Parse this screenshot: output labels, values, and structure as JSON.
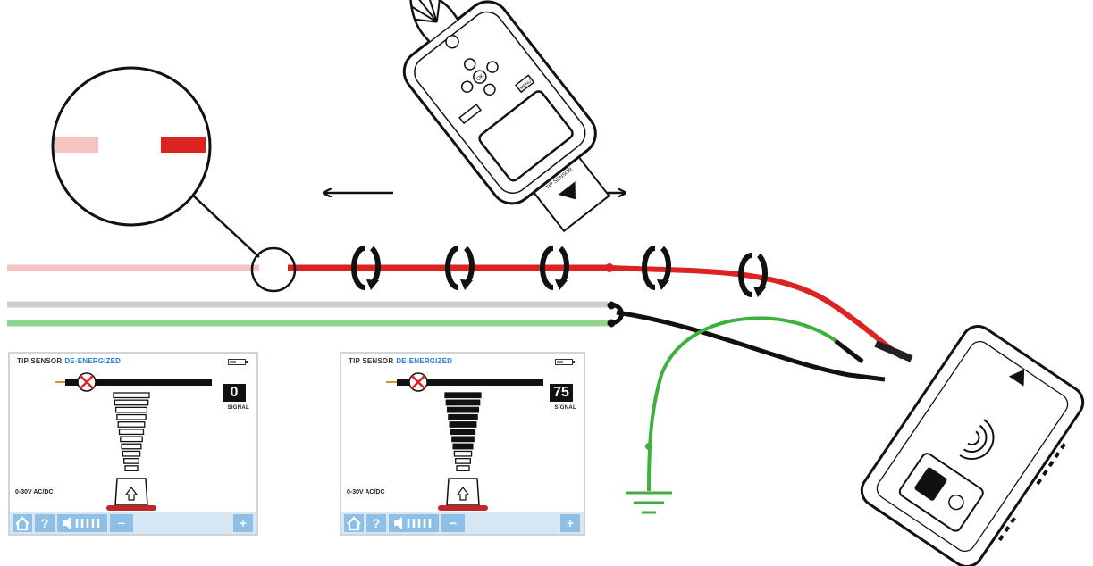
{
  "colors": {
    "live_wire": "#dd2222",
    "live_wire_faded": "#f6c3c3",
    "neutral_wire": "#cfcfcf",
    "ground_wire": "#8fd48f",
    "ground_lead": "#3fb03f",
    "accent_blue": "#1f7fd6",
    "toolbar_bg": "#d6e6f3",
    "toolbar_button": "#8ebfe6"
  },
  "icons": {
    "move_left": "arrow-left-icon",
    "move_right": "arrow-right-icon",
    "signal_ring": "rotating-signal-icon",
    "earth": "ground-symbol-icon",
    "home": "home-icon",
    "help": "question-icon",
    "volume": "speaker-icon",
    "minus": "minus-icon",
    "plus": "plus-icon"
  },
  "receiver": {
    "dpad_center": "OK",
    "side_button": "MENU",
    "probe_label": "TIP SENSOR"
  },
  "panels": [
    {
      "header": "TIP SENSOR",
      "status": "DE-ENERGIZED",
      "value": "0",
      "unit": "SIGNAL",
      "range": "0-30V AC/DC",
      "level": 0,
      "buttons": {
        "help": "?",
        "minus": "−",
        "plus": "+"
      }
    },
    {
      "header": "TIP SENSOR",
      "status": "DE-ENERGIZED",
      "value": "75",
      "unit": "SIGNAL",
      "range": "0-30V AC/DC",
      "level": 0.75,
      "buttons": {
        "help": "?",
        "minus": "−",
        "plus": "+"
      }
    }
  ]
}
